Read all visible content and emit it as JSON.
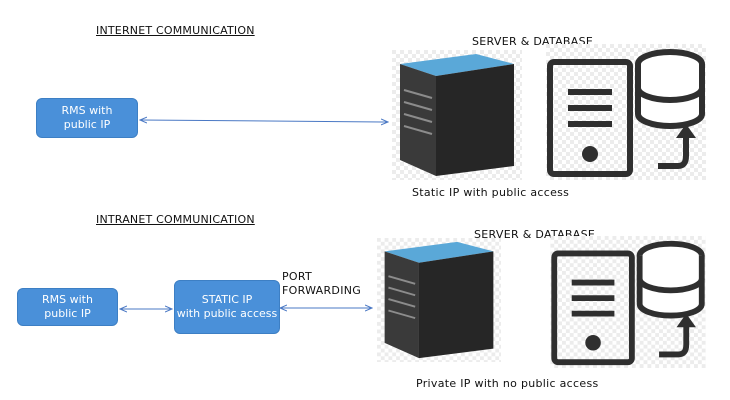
{
  "sections": [
    {
      "heading": "INTERNET COMMUNICATION",
      "server_label": "SERVER & DATABASE",
      "client_box": "RMS with\npublic IP",
      "caption": "Static IP with public access"
    },
    {
      "heading": "INTRANET COMMUNICATION",
      "server_label": "SERVER & DATABASE",
      "client_box": "RMS with\npublic IP",
      "gateway_box": "STATIC IP\nwith public access",
      "port_label": "PORT\nFORWARDING",
      "caption": "Private IP with no public access"
    }
  ],
  "icons": [
    "server-tower-icon",
    "database-server-icon"
  ],
  "colors": {
    "box_fill": "#4a90d9",
    "connector": "#4a78c4",
    "icon_dark": "#2f2f2f",
    "server_top": "#5aa8d8"
  }
}
